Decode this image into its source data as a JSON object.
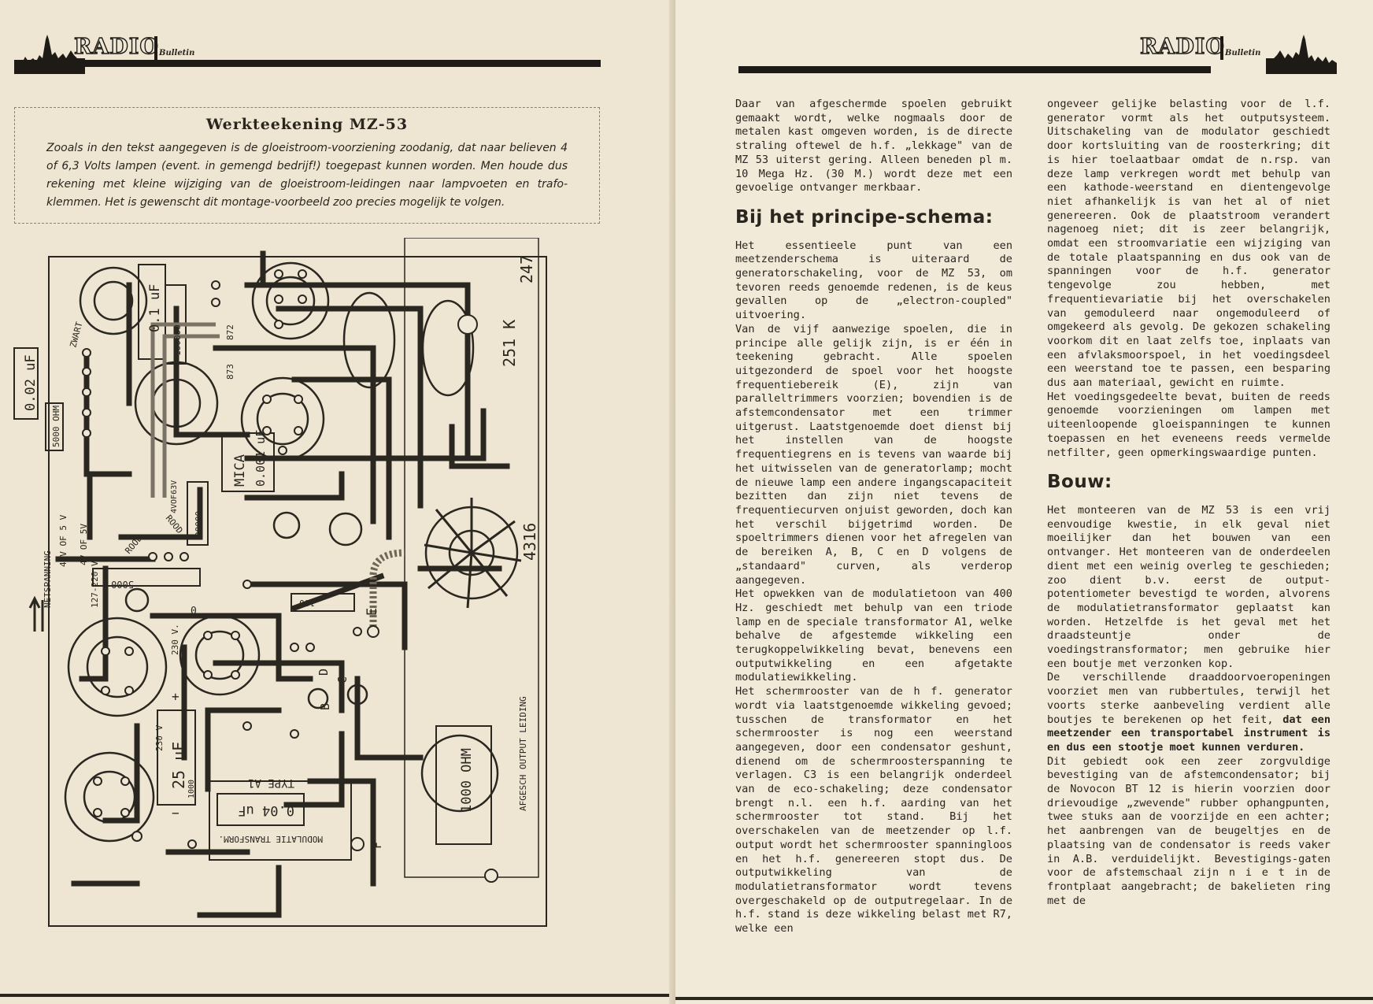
{
  "masthead": {
    "logo": "RADIO",
    "sub": "Bulletin"
  },
  "caption": {
    "title": "Werkteekening MZ-53",
    "text": "Zooals in den tekst aangegeven is de gloeistroom-voorziening zoodanig, dat naar believen 4 of 6,3 Volts lampen (event. in gemengd bedrijf!) toegepast kunnen worden. Men houde dus rekening met kleine wijziging van de gloeistroom-leidingen naar lampvoeten en trafo-klemmen.   Het is gewenscht dit montage-voorbeeld zoo precies mogelijk te volgen."
  },
  "diagram_labels": {
    "c_002": "0.02 uF",
    "r_5000_ohm": "5000 OHM",
    "zwart": "ZWART",
    "c_01": "0.1 uF",
    "r_100000": "100000",
    "n_872": "872",
    "n_873": "873",
    "n_247": "247",
    "r_251k": "251 K",
    "mica": "MICA",
    "mica_val": "0.001 uF",
    "r_30000": "30000",
    "v_4or63": "4VOF63V",
    "rood1": "ROOD",
    "rood2": "ROOD",
    "v_4or5": "4V OF 5V",
    "v_4of5": "4 V OF 5 V",
    "netspanning": "NETSPANNING",
    "v_127_220": "127-220 V",
    "r_5000": "5000",
    "n_0": "0",
    "v_230a": "230 V.",
    "v_230b": "230 V",
    "c_100": "100",
    "letter_e": "E",
    "n_4316": "4316",
    "letter_b": "B",
    "letter_c": "C",
    "letter_d": "D",
    "letter_f": "F",
    "c_25uf": "25 uF",
    "r_1000_small": "1000",
    "type": "TYPE A1",
    "c_004": "0.04 uF",
    "mod_transf": "MODULATIE TRANSFORM.",
    "r_1000_ohm": "1000 OHM",
    "afgesch": "AFGESCH OUTPUT LEIDING",
    "plus": "+",
    "minus": "−"
  },
  "col1": {
    "p1": "Daar van afgeschermde spoelen gebruikt gemaakt wordt, welke nogmaals door de metalen kast omgeven worden, is de directe straling oftewel de h.f. „lekkage\" van de MZ 53 uiterst gering. Alleen beneden pl m. 10 Mega Hz. (30 M.) wordt deze met een gevoelige ontvanger merkbaar.",
    "h1": "Bij het principe-schema:",
    "p2": "Het essentieele punt van een meetzenderschema is uiteraard de generatorschakeling, voor de MZ 53, om tevoren reeds genoemde redenen, is de keus gevallen op de „electron-coupled\" uitvoering.",
    "p3": "Van de vijf aanwezige spoelen, die in principe alle gelijk zijn, is er één in teekening gebracht. Alle spoelen uitgezonderd de spoel voor het hoogste frequentiebereik (E), zijn van paralleltrimmers voorzien; bovendien is de afstemcondensator met een trimmer uitgerust. Laatstgenoemde doet dienst bij het instellen van de hoogste frequentiegrens en is tevens van waarde bij het uitwisselen van de generatorlamp; mocht de nieuwe lamp een andere ingangscapaciteit bezitten dan zijn niet tevens de frequentiecurven onjuist geworden, doch kan het verschil bijgetrimd worden. De spoeltrimmers dienen voor het afregelen van de bereiken A, B, C en D volgens de „standaard\" curven, als verderop aangegeven.",
    "p4": "Het opwekken van de modulatietoon van 400 Hz. geschiedt met behulp van een triode lamp en de speciale transformator A1, welke behalve de afgestemde wikkeling een terugkoppelwikkeling bevat, benevens een outputwikkeling en een afgetakte modulatiewikkeling.",
    "p5": "Het schermrooster van de h f. generator wordt via laatstgenoemde wikkeling gevoed; tusschen de transformator en het schermrooster is nog een weerstand aangegeven, door een condensator geshunt, dienend om de schermroosterspanning te verlagen. C3 is een belangrijk onderdeel van de eco-schakeling; deze condensator brengt n.l. een h.f. aarding van het schermrooster tot stand. Bij het overschakelen van de meetzender op l.f. output wordt het schermrooster spanningloos en het h.f. genereeren stopt dus. De outputwikkeling van de modulatietransformator wordt tevens overgeschakeld op de outputregelaar. In de h.f. stand is deze wikkeling belast met R7, welke een"
  },
  "col2": {
    "p1": "ongeveer gelijke belasting voor de l.f. generator vormt als het outputsysteem. Uitschakeling van de modulator geschiedt door kortsluiting van de roosterkring; dit is hier toelaatbaar omdat de n.rsp. van deze lamp verkregen wordt met behulp van een kathode-weerstand en dientengevolge niet afhankelijk is van het al of niet genereeren. Ook de plaatstroom verandert nagenoeg niet; dit is zeer belangrijk, omdat een stroomvariatie een wijziging van de totale plaatspanning en dus ook van de spanningen voor de h.f. generator tengevolge zou hebben, met frequentievariatie bij het overschakelen van gemoduleerd naar ongemoduleerd of omgekeerd als gevolg. De gekozen schakeling voorkom dit en laat zelfs toe, inplaats van een afvlaksmoorspoel, in het voedingsdeel een weerstand toe te passen, een besparing dus aan materiaal, gewicht en ruimte.",
    "p2": "Het voedingsgedeelte bevat, buiten de reeds genoemde voorzieningen om lampen met uiteenloopende gloeispanningen te kunnen toepassen en het eveneens reeds vermelde netfilter, geen opmerkingswaardige punten.",
    "h1": "Bouw:",
    "p3": "Het monteeren van de MZ 53 is een vrij eenvoudige kwestie, in elk geval niet moeilijker dan het bouwen van een ontvanger. Het monteeren van de onderdeelen dient met een weinig overleg te geschieden; zoo dient b.v. eerst de output-potentiometer bevestigd te worden, alvorens de modulatietransformator geplaatst kan worden. Hetzelfde is het geval met het draadsteuntje onder de voedingstransformator; men gebruike hier een boutje met verzonken kop.",
    "p4a": "De verschillende draaddoorvoeropeningen voorziet men van rubbertules, terwijl het voorts sterke aanbeveling verdient alle boutjes te berekenen op het feit, ",
    "p4b": "dat een meetzender een transportabel instrument is en dus een stootje moet kunnen verduren.",
    "p5": "Dit gebiedt ook een zeer zorgvuldige bevestiging van de afstemcondensator; bij de Novocon BT 12 is hierin voorzien door drievoudige „zwevende\" rubber ophangpunten, twee stuks aan de voorzijde en een achter; het aanbrengen van de beugeltjes en de plaatsing van de condensator is reeds vaker in A.B. verduidelijkt. Bevestigings-gaten voor de afstemschaal zijn  n i e t  in de frontplaat aangebracht; de bakelieten ring met de"
  }
}
